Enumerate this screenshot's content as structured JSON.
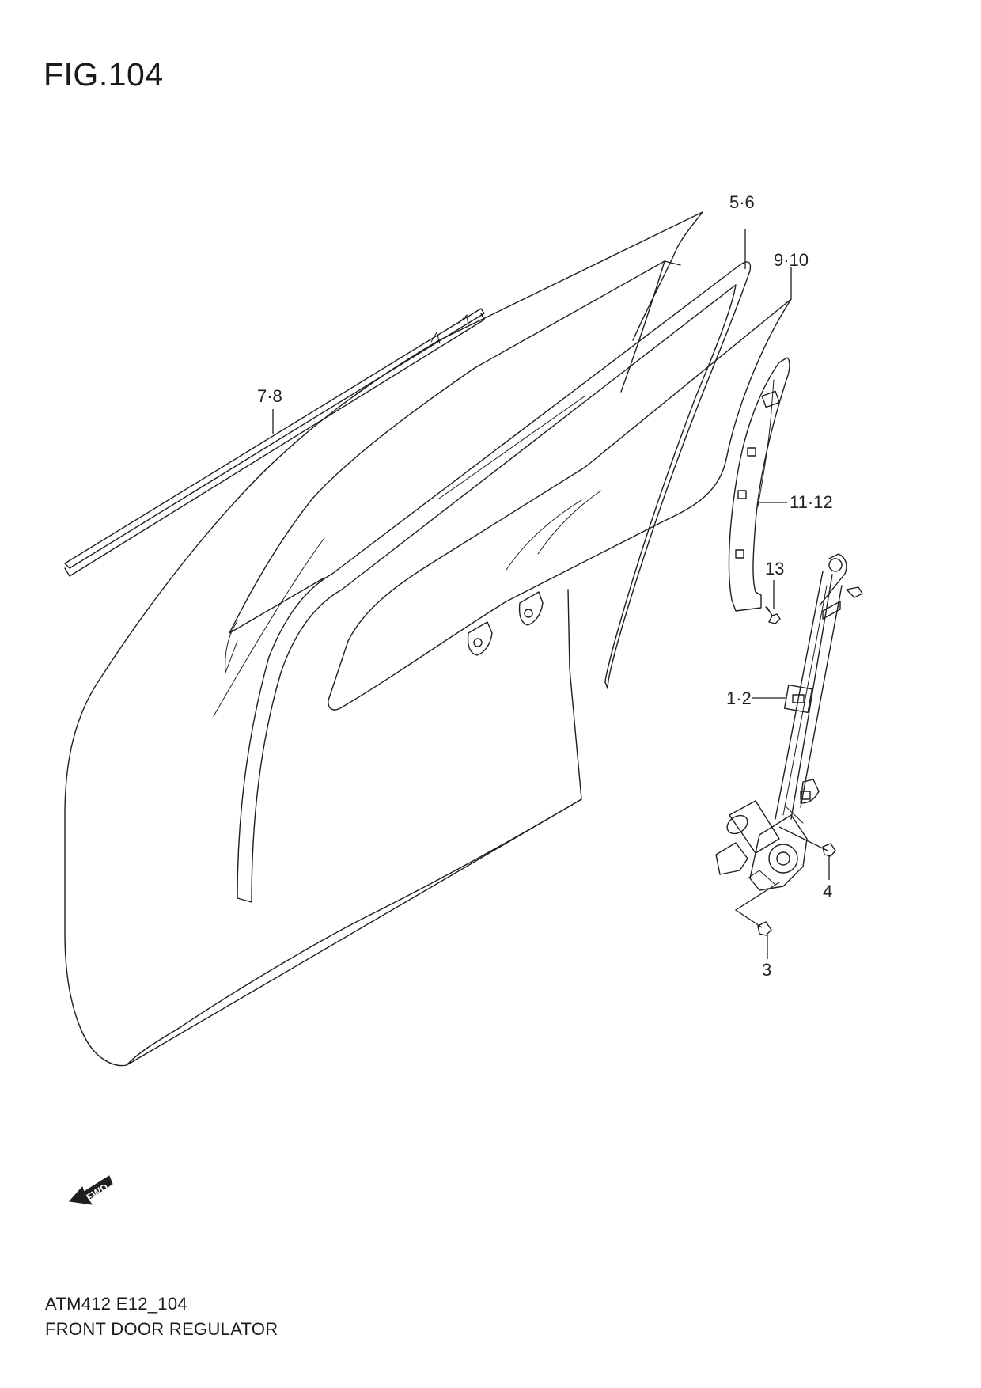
{
  "figure": {
    "title": "FIG.104"
  },
  "callouts": {
    "glass_run": "5·6",
    "door_glass": "9·10",
    "weatherstrip": "7·8",
    "sash_channel": "11·12",
    "channel_bolt": "13",
    "regulator": "1·2",
    "regulator_bolt": "4",
    "motor_bolt": "3"
  },
  "direction_marker": {
    "label": "FWD"
  },
  "caption": {
    "code": "ATM412 E12_104",
    "name": "FRONT DOOR REGULATOR"
  }
}
